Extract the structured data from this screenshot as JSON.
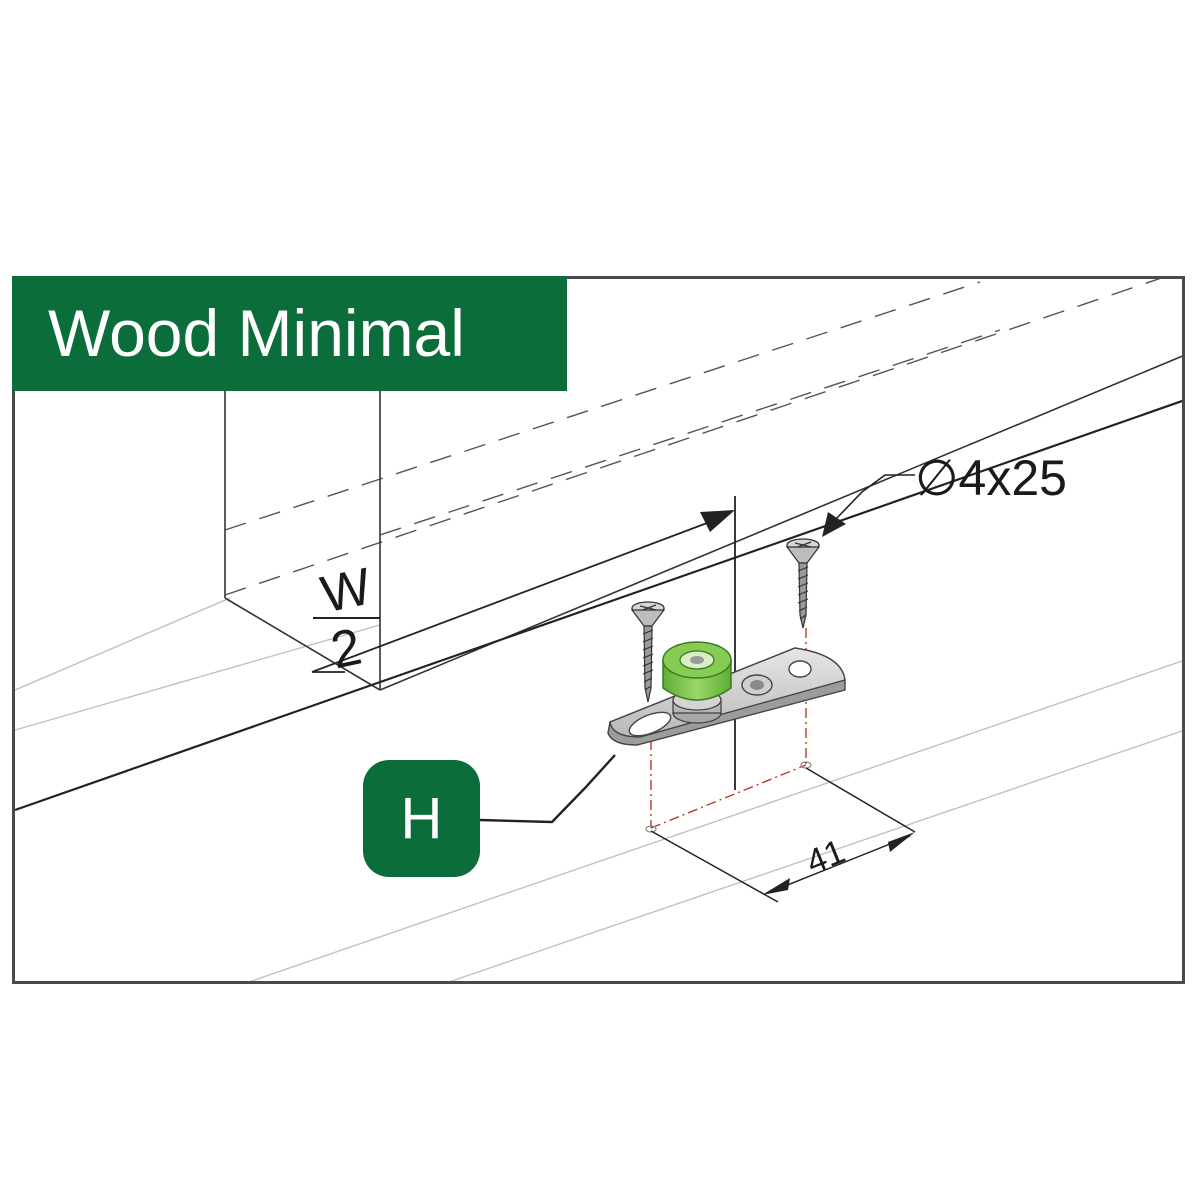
{
  "title": "Wood Minimal",
  "badge": "H",
  "fraction": {
    "numerator": "W",
    "denominator": "2"
  },
  "screw_label": "∅4x25",
  "dimension_label": "41",
  "colors": {
    "brand_green": "#0b6e3a",
    "nut_green": "#7cc447",
    "line": "#1a1a1a",
    "center_mark": "#c0392b"
  }
}
